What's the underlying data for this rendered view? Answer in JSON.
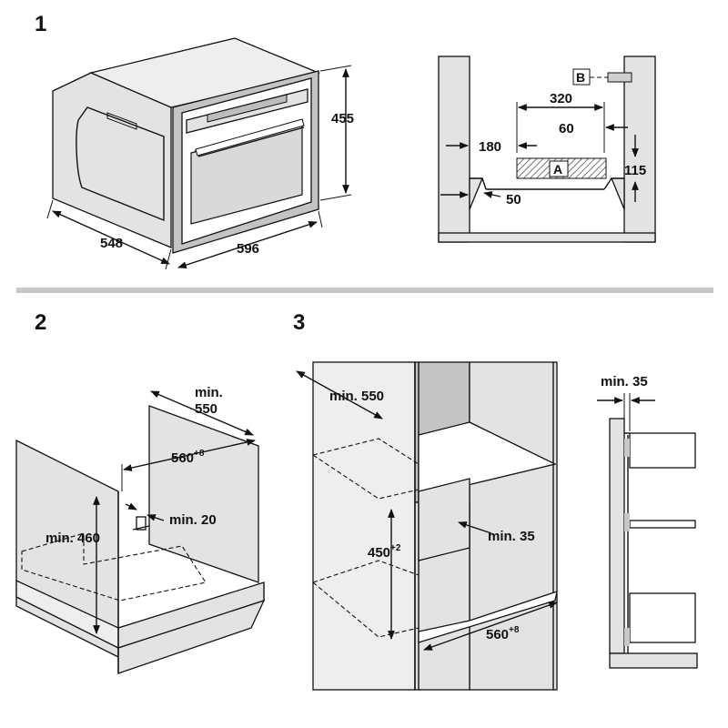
{
  "figures": [
    {
      "number": "1",
      "dims": {
        "height": "455",
        "depth": "548",
        "width": "596"
      },
      "cutout": {
        "top_width": "320",
        "offset_right": "60",
        "offset_left": "180",
        "height": "115",
        "bottom": "50",
        "label_a": "A",
        "label_b": "B"
      }
    },
    {
      "number": "2",
      "dims": {
        "depth": "min.\n550",
        "width": "560",
        "width_tol": "+8",
        "height": "min. 460",
        "gap": "min. 20"
      }
    },
    {
      "number": "3",
      "dims": {
        "depth": "min. 550",
        "height": "450",
        "height_tol": "+2",
        "gap": "min. 35",
        "width": "560",
        "width_tol": "+8",
        "side_gap": "min. 35"
      }
    }
  ],
  "colors": {
    "panel": "#e3e3e3",
    "panel_dark": "#c4c4c4",
    "divider": "#c8c8c8",
    "line": "#111111"
  }
}
